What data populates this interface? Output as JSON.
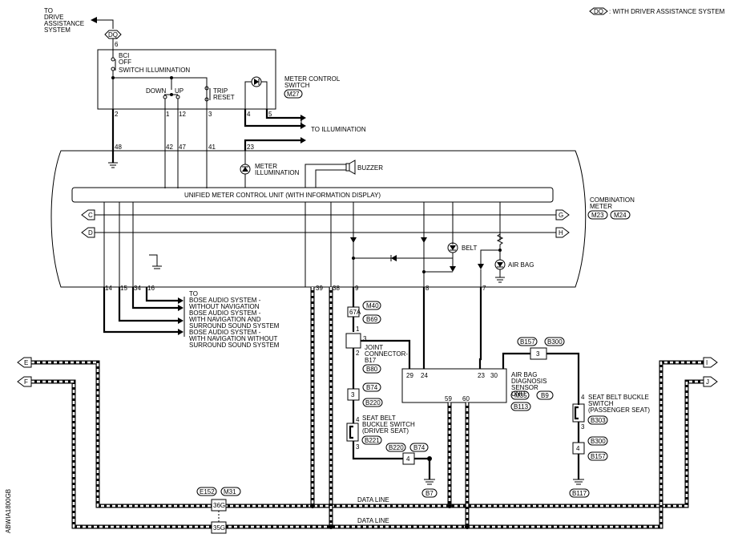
{
  "legend": {
    "tag": "DQ",
    "text": ": WITH DRIVER ASSISTANCE SYSTEM"
  },
  "to_drive": {
    "line1": "TO",
    "line2": "DRIVE",
    "line3": "ASSISTANCE",
    "line4": "SYSTEM",
    "tag": "DQ"
  },
  "switch": {
    "bci": "BCI",
    "off": "OFF",
    "illum": "SWITCH  ILLUMINATION",
    "down": "DOWN",
    "up": "UP",
    "trip": "TRIP",
    "reset": "RESET",
    "name1": "METER CONTROL",
    "name2": "SWITCH",
    "conn": "M27",
    "pins": {
      "p6": "6",
      "p2": "2",
      "p1": "1",
      "p12": "12",
      "p3": "3",
      "p4": "4",
      "p5": "5"
    }
  },
  "to_illumination": "TO ILLUMINATION",
  "meter_pins": {
    "p48": "48",
    "p42": "42",
    "p47": "47",
    "p41": "41",
    "p23": "23",
    "p14": "14",
    "p15": "15",
    "p34": "34",
    "p16": "16",
    "p39": "39",
    "p38": "38",
    "p9": "9",
    "p8": "8",
    "p7": "7"
  },
  "meter": {
    "illum1": "METER",
    "illum2": "ILLUMINATION",
    "buzzer": "BUZZER",
    "unified": "UNIFIED METER CONTROL UNIT (WITH INFORMATION DISPLAY)",
    "combo1": "COMBINATION",
    "combo2": "METER",
    "conn1": "M23",
    "conn2": "M24",
    "belt": "BELT",
    "airbag": "AIR BAG"
  },
  "offpage": {
    "C": "C",
    "D": "D",
    "G": "G",
    "H": "H",
    "E": "E",
    "F": "F",
    "I": "I",
    "J": "J"
  },
  "bose": {
    "l1": "TO",
    "l2": "BOSE AUDIO SYSTEM -",
    "l3": "WITHOUT NAVIGATION",
    "l4": "BOSE AUDIO SYSTEM -",
    "l5": "WITH NAVIGATION AND",
    "l6": "SURROUND SOUND SYSTEM",
    "l7": "BOSE AUDIO SYSTEM -",
    "l8": "WITH NAVIGATION WITHOUT",
    "l9": "SURROUND SOUND SYSTEM"
  },
  "harness": {
    "h67a": "67A",
    "m40": "M40",
    "b69": "B69",
    "p1": "1",
    "p3": "3",
    "p2": "2"
  },
  "joint": {
    "l1": "JOINT",
    "l2": "CONNECTOR-",
    "l3": "B17",
    "conn": "B80"
  },
  "driver_buckle": {
    "term3": "3",
    "b74": "B74",
    "b220": "B220",
    "p4": "4",
    "p3": "3",
    "l1": "SEAT BELT",
    "l2": "BUCKLE SWITCH",
    "l3": "(DRIVER SEAT)",
    "conn": "B221"
  },
  "ground_left": {
    "b220": "B220",
    "b74": "B74",
    "term": "4",
    "gnd": "B7"
  },
  "airbag": {
    "p29": "29",
    "p24": "24",
    "p23": "23",
    "p30": "30",
    "p59": "59",
    "p60": "60",
    "l1": "AIR BAG",
    "l2": "DIAGNOSIS",
    "l3": "SENSOR",
    "l4": "UNIT",
    "c1": "M35",
    "c2": "B9",
    "c3": "B113"
  },
  "pass_top": {
    "b157": "B157",
    "b300": "B300",
    "term": "3"
  },
  "pass_buckle": {
    "p4": "4",
    "p3": "3",
    "l1": "SEAT BELT BUCKLE",
    "l2": "SWITCH",
    "l3": "(PASSENGER SEAT)",
    "conn": "B303"
  },
  "pass_bottom": {
    "term": "4",
    "b300": "B300",
    "b157": "B157",
    "gnd": "B117"
  },
  "datalink": {
    "e152": "E152",
    "m31": "M31",
    "t36": "36G",
    "t35": "35G",
    "dl1": "DATA LINE",
    "dl2": "DATA LINE"
  },
  "side_code": "ABWIA1800GB"
}
